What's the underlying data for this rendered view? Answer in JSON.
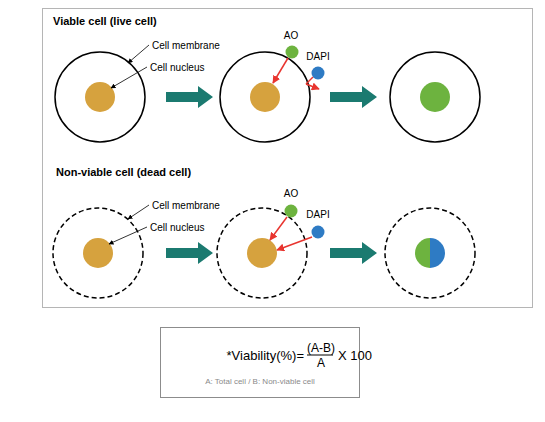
{
  "diagram": {
    "nodes": [
      {
        "text": [
          "Viable cell (live cell)",
          "Non-viable cell (dead cell)"
        ]
      },
      {
        "text": [
          "*Viability(%)=",
          "(A-B)",
          "A",
          "X 100",
          "A: Total cell / B: Non-viable cell"
        ]
      }
    ],
    "labels": [
      "Cell membrane",
      "Cell nucleus",
      "AO",
      "DAPI",
      "Cell membrane",
      "Cell nucleus",
      "AO",
      "DAPI"
    ]
  }
}
